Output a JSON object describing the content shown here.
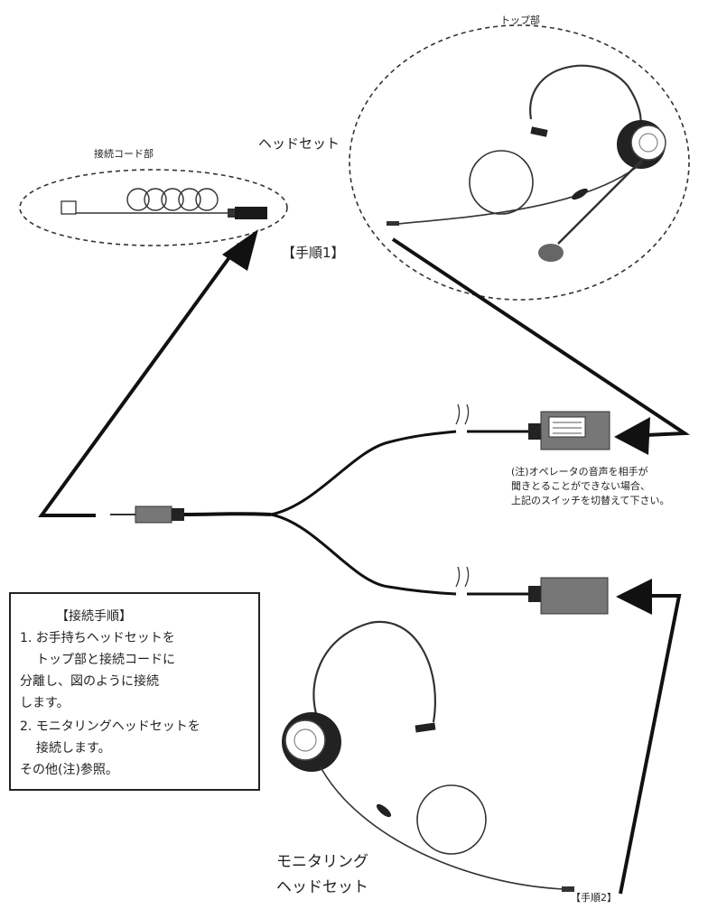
{
  "labels": {
    "top_part": "トップ部",
    "connect_cord_part": "接続コード部",
    "headset": "ヘッドセット",
    "step1": "【手順1】",
    "step2": "【手順2】",
    "monitoring_line1": "モニタリング",
    "monitoring_line2": "ヘッドセット"
  },
  "note": {
    "line1": "(注)オペレータの音声を相手が",
    "line2": "聞きとることができない場合、",
    "line3": "上記のスイッチを切替えて下さい。"
  },
  "instructions": {
    "title": "【接続手順】",
    "line1": "1. お手持ちヘッドセットを",
    "line2": "トップ部と接続コードに",
    "line3": "分離し、図のように接続",
    "line4": "します。",
    "line5": "2. モニタリングヘッドセットを",
    "line6": "接続します。",
    "line7": "その他(注)参照。"
  }
}
